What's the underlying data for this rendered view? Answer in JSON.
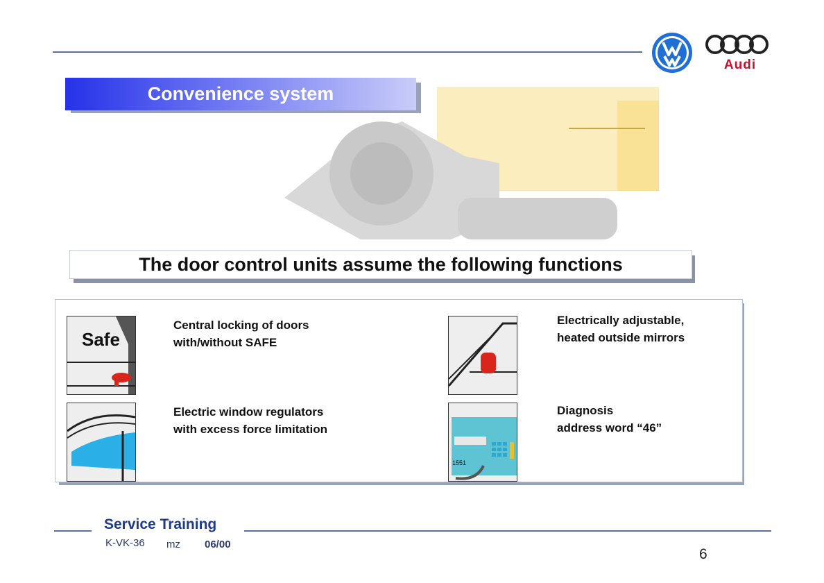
{
  "header": {
    "brand_left": "VW",
    "brand_right": "Audi"
  },
  "slide": {
    "title": "Convenience system",
    "subtitle": "The door control units assume the following functions",
    "functions": [
      {
        "label_line1": "Central locking of doors",
        "label_line2": "with/without SAFE",
        "icon": "safe-door-lock-icon",
        "thumb_text": "Safe"
      },
      {
        "label_line1": "Electric window regulators",
        "label_line2": "with excess force limitation",
        "icon": "window-regulator-icon"
      },
      {
        "label_line1": "Electrically adjustable,",
        "label_line2": "heated outside mirrors",
        "icon": "side-mirror-icon"
      },
      {
        "label_line1": "Diagnosis",
        "label_line2": "address word “46”",
        "icon": "diagnostic-tester-icon",
        "thumb_text": "1551"
      }
    ]
  },
  "footer": {
    "title": "Service Training",
    "code": "K-VK-36",
    "author": "mz",
    "date": "06/00",
    "page": "6"
  },
  "colors": {
    "accent_blue": "#2632e8",
    "rule": "#5a6f9a",
    "audi_red": "#c8102e",
    "vw_blue": "#1f6fd6"
  }
}
